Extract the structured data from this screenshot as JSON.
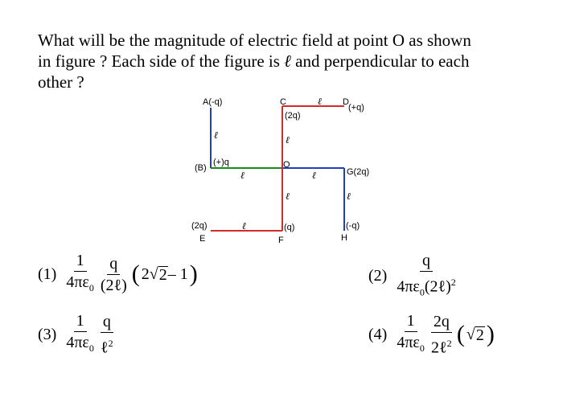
{
  "question": {
    "line1": "What will be the magnitude of electric field at point O as shown",
    "line2a": "in figure ? Each side of the figure is ",
    "ell": "ℓ",
    "line2b": " and perpendicular to each",
    "line3": "other ?"
  },
  "figure": {
    "labels": {
      "A": "A(-q)",
      "C": "C",
      "C_charge": "(2q)",
      "D": "D",
      "D_charge": "(+q)",
      "B_charge": "(+)q",
      "B": "(B)",
      "O": "O",
      "G": "G(2q)",
      "E_charge": "(2q)",
      "E": "E",
      "F_charge": "(q)",
      "F": "F",
      "H_charge": "(-q)",
      "H": "H"
    },
    "side_symbol": "ℓ",
    "colors": {
      "blue": "#1f3fbf",
      "red": "#d42a2a",
      "green": "#1a8a1a"
    }
  },
  "options": [
    {
      "num": "(1)",
      "f1_num": "1",
      "f1_den_a": "4πε",
      "f1_den_sub": "0",
      "f2_num": "q",
      "f2_den": "(2ℓ)",
      "extra_a": "2",
      "extra_rad": "2",
      "extra_b": " – 1"
    },
    {
      "num": "(2)",
      "f_num": "q",
      "f_den_a": "4πε",
      "f_den_sub": "0",
      "f_den_b": "(2ℓ)",
      "f_den_sup": "2"
    },
    {
      "num": "(3)",
      "f1_num": "1",
      "f1_den_a": "4πε",
      "f1_den_sub": "0",
      "f2_num": "q",
      "f2_den": "ℓ",
      "f2_den_sup": "2"
    },
    {
      "num": "(4)",
      "f1_num": "1",
      "f1_den_a": "4πε",
      "f1_den_sub": "0",
      "f2_num": "2q",
      "f2_den": "2ℓ",
      "f2_den_sup": "2",
      "extra_rad": "2"
    }
  ]
}
